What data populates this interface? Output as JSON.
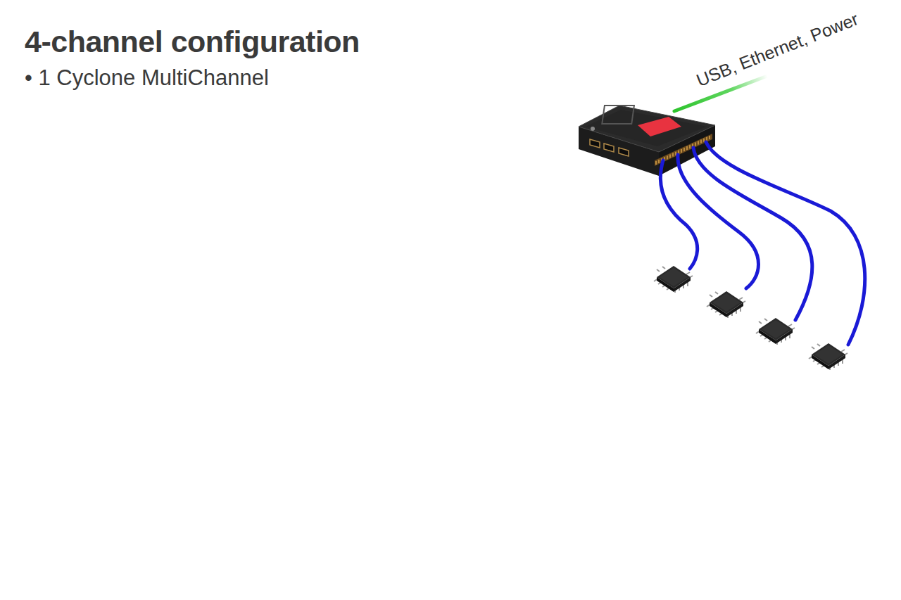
{
  "diagram": {
    "title": "4-channel configuration",
    "labels": [
      "• 1 Cyclone MultiChannel",
      "USB, Ethernet, Power"
    ]
  }
}
